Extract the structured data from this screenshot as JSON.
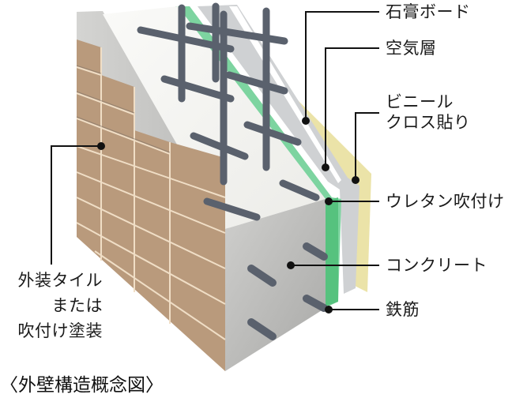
{
  "diagram": {
    "caption": "〈外壁構造概念図〉",
    "colors": {
      "tile": "#b8977a",
      "tile_light": "#c9aa8c",
      "grout": "#f2e3cf",
      "concrete_top": "#f4f4f1",
      "concrete_side": "#bdbdbb",
      "urethane": "#6fce93",
      "air_layer": "#c7c9cc",
      "gypsum_board": "#d9d9d9",
      "vinyl_cloth": "#e8e0a0",
      "rebar": "#5c6370",
      "leader": "#111111"
    },
    "labels": {
      "gypsum_board": "石膏ボード",
      "air_layer": "空気層",
      "vinyl_cloth_line1": "ビニール",
      "vinyl_cloth_line2": "クロス貼り",
      "urethane": "ウレタン吹付け",
      "concrete": "コンクリート",
      "rebar": "鉄筋",
      "exterior_line1": "外装タイル",
      "exterior_line2": "または",
      "exterior_line3": "吹付け塗装"
    }
  }
}
